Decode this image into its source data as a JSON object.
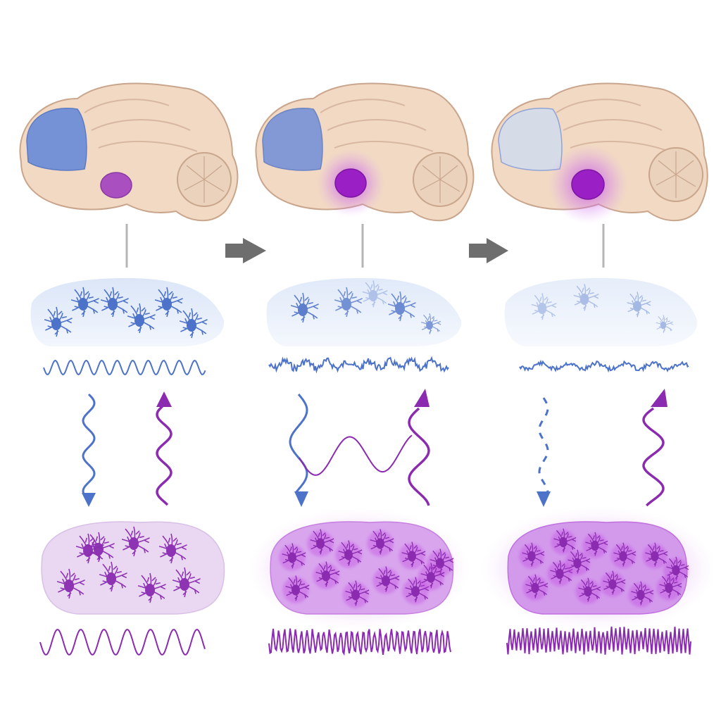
{
  "figure": {
    "panel_count": 3,
    "panels": [
      {
        "stage": 1,
        "cortex_activity": "strong",
        "amygdala_activity": "baseline",
        "cortex_oscillation": "regular",
        "amygdala_oscillation": "regular",
        "top_down_signal": "intact",
        "bottom_up_signal": "normal"
      },
      {
        "stage": 2,
        "cortex_activity": "reduced",
        "amygdala_activity": "elevated",
        "cortex_oscillation": "irregular",
        "amygdala_oscillation": "fast",
        "top_down_signal": "weakened",
        "bottom_up_signal": "strengthened"
      },
      {
        "stage": 3,
        "cortex_activity": "faint",
        "amygdala_activity": "high",
        "cortex_oscillation": "low-amplitude",
        "amygdala_oscillation": "very-fast",
        "top_down_signal": "broken",
        "bottom_up_signal": "strong"
      }
    ],
    "transition_arrows": 2
  },
  "colors": {
    "prefrontal_blue": "#6f8fd8",
    "amygdala_purple": "#a020c0",
    "brain_tissue": "#f1d9c4",
    "brain_outline": "#c9a58c",
    "cortex_neuron": "#4d72c9",
    "amygdala_neuron": "#8a2bb0",
    "arrow_gray": "#6e6e6e",
    "connector_gray": "#b5b5b5"
  }
}
